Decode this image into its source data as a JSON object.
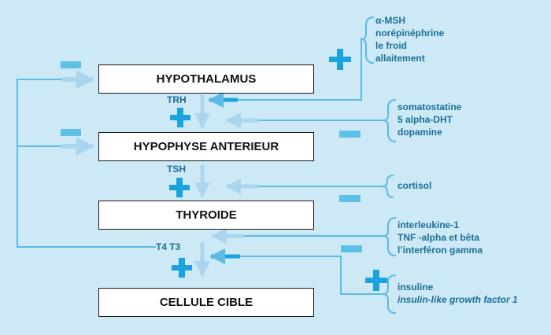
{
  "boxes": {
    "hypothalamus": "HYPOTHALAMUS",
    "hypophyse": "HYPOPHYSE ANTERIEUR",
    "thyroide": "THYROIDE",
    "cellule": "CELLULE CIBLE"
  },
  "hormones": {
    "trh": "TRH",
    "tsh": "TSH",
    "t4t3": "T4 T3"
  },
  "regulators": {
    "group1": [
      "α-MSH",
      "norépinéphrine",
      "le froid",
      "allaitement"
    ],
    "group2": [
      "somatostatine",
      "5 alpha-DHT",
      "dopamine"
    ],
    "group3": [
      "cortisol"
    ],
    "group4": [
      "interleukine-1",
      "TNF -alpha et bêta",
      "l’interféron gamma"
    ],
    "group5": [
      "insuline",
      "insulin-like growth factor 1"
    ]
  },
  "colors": {
    "background": "#cde9f6",
    "line": "#5bbbe4",
    "arrow_light": "#a9d6ee",
    "plus": "#1aa3dd",
    "minus": "#5fc0e7",
    "text": "#1b6f94",
    "box_border": "#1a1a1a"
  }
}
